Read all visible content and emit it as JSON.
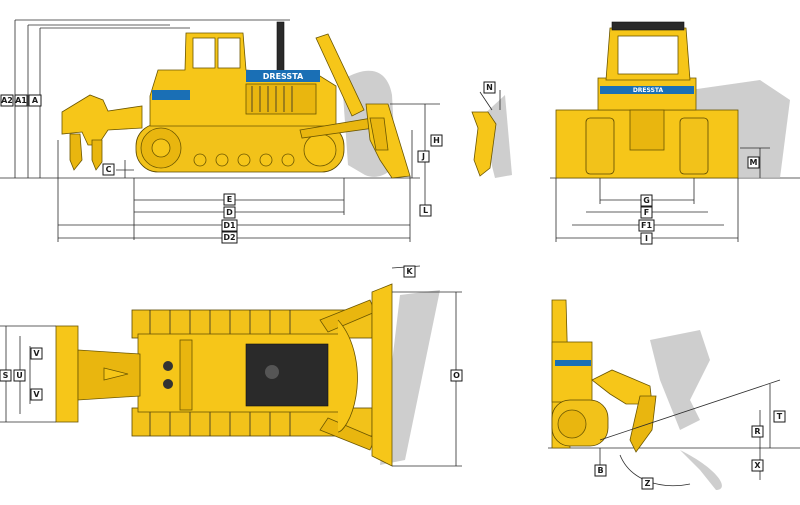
{
  "brand": {
    "wordmark": "DRESSTA"
  },
  "views": {
    "side": {
      "labels": [
        "A2",
        "A1",
        "A",
        "C",
        "E",
        "D",
        "D1",
        "D2",
        "H",
        "J",
        "L"
      ]
    },
    "ripper_detail": {
      "labels": [
        "N"
      ]
    },
    "front": {
      "labels": [
        "M",
        "G",
        "F",
        "F1",
        "I"
      ]
    },
    "top": {
      "labels": [
        "K",
        "S",
        "U",
        "V",
        "V",
        "O"
      ]
    },
    "ripper_side": {
      "labels": [
        "T",
        "R",
        "B",
        "Z",
        "X"
      ]
    }
  },
  "colors": {
    "machine": "#f6c619",
    "shadow": "#bdbdbd",
    "outline": "#6b5600",
    "stripe": "#1a6fb5"
  }
}
